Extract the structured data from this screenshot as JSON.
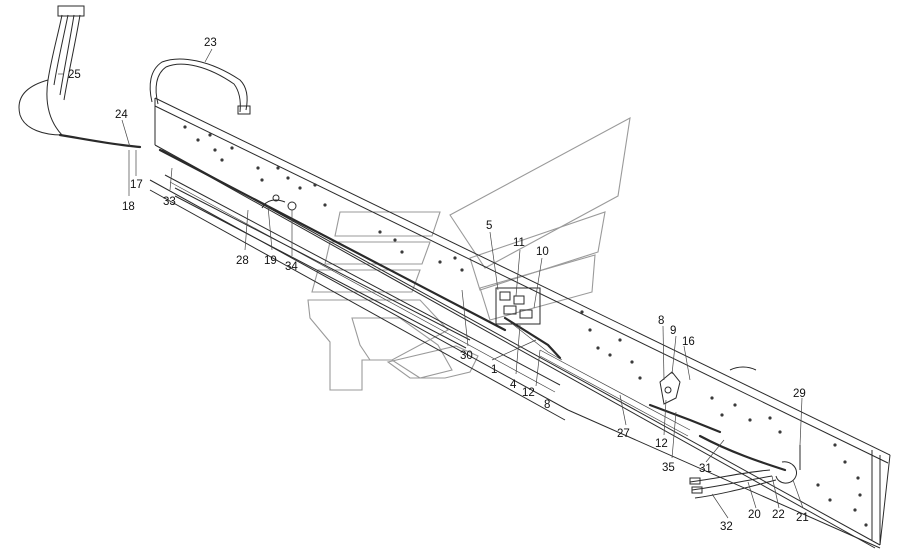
{
  "callouts": [
    {
      "id": "c23",
      "text": "23"
    },
    {
      "id": "c25",
      "text": "25"
    },
    {
      "id": "c24",
      "text": "24"
    },
    {
      "id": "c17",
      "text": "17"
    },
    {
      "id": "c18",
      "text": "18"
    },
    {
      "id": "c33",
      "text": "33"
    },
    {
      "id": "c28",
      "text": "28"
    },
    {
      "id": "c19",
      "text": "19"
    },
    {
      "id": "c34",
      "text": "34"
    },
    {
      "id": "c5",
      "text": "5"
    },
    {
      "id": "c11",
      "text": "11"
    },
    {
      "id": "c10",
      "text": "10"
    },
    {
      "id": "c30",
      "text": "30"
    },
    {
      "id": "c1",
      "text": "1"
    },
    {
      "id": "c4",
      "text": "4"
    },
    {
      "id": "c12a",
      "text": "12"
    },
    {
      "id": "c8a",
      "text": "8"
    },
    {
      "id": "c8b",
      "text": "8"
    },
    {
      "id": "c9",
      "text": "9"
    },
    {
      "id": "c16",
      "text": "16"
    },
    {
      "id": "c27",
      "text": "27"
    },
    {
      "id": "c12b",
      "text": "12"
    },
    {
      "id": "c35",
      "text": "35"
    },
    {
      "id": "c31",
      "text": "31"
    },
    {
      "id": "c29",
      "text": "29"
    },
    {
      "id": "c32",
      "text": "32"
    },
    {
      "id": "c20",
      "text": "20"
    },
    {
      "id": "c22",
      "text": "22"
    },
    {
      "id": "c21",
      "text": "21"
    }
  ],
  "colors": {
    "line": "#2a2a2a",
    "watermark": "#9a9a9a",
    "background": "#ffffff"
  }
}
